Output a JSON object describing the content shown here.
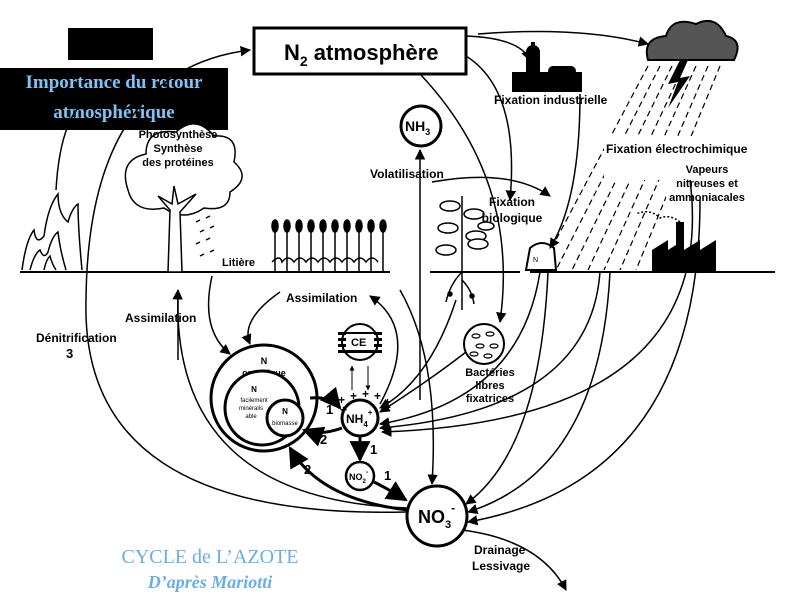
{
  "header": {
    "title_line1": "Importance du retour",
    "title_line2": "atmosphérique"
  },
  "diagram": {
    "n2_main": "N",
    "n2_sub": "2",
    "n2_rest": " atmosphère",
    "nh3_main": "NH",
    "nh3_sub": "3",
    "labels": {
      "fixation_industrielle": "Fixation industrielle",
      "fixation_electrochimique": "Fixation électrochimique",
      "vapeurs_1": "Vapeurs",
      "vapeurs_2": "nitreuses et",
      "vapeurs_3": "ammoniacales",
      "photosynthese_1": "Photosynthèse",
      "photosynthese_2": "Synthèse",
      "photosynthese_3": "des protéines",
      "volatilisation": "Volatilisation",
      "fixation_bio_1": "Fixation",
      "fixation_bio_2": "biologique",
      "litiere": "Litière",
      "assimilation_top": "Assimilation",
      "assimilation_left": "Assimilation",
      "denitrification": "Dénitrification",
      "denitrification_num": "3",
      "ce": "CE",
      "bacteries_1": "Bactéries",
      "bacteries_2": "libres",
      "bacteries_3": "fixatrices",
      "n_organique_1": "N",
      "n_organique_2": "organique",
      "n_facile_1": "N",
      "n_facile_2": "facilement",
      "n_facile_3": "minéralis",
      "n_facile_4": "able",
      "n_biomasse_1": "N",
      "n_biomasse_2": "biomasse",
      "nh4_main": "NH",
      "nh4_sub": "4",
      "nh4_sup": "+",
      "no2_main": "NO",
      "no2_sub": "2",
      "no2_sup": "-",
      "no3_main": "NO",
      "no3_sub": "3",
      "no3_sup": "-",
      "drainage_1": "Drainage",
      "drainage_2": "Lessivage",
      "num_1a": "1",
      "num_1b": "1",
      "num_1c": "1",
      "num_2a": "2",
      "num_2b": "2"
    }
  },
  "caption": {
    "line1": "CYCLE de L’AZOTE",
    "line2": "D’après Mariotti"
  },
  "colors": {
    "title_text": "#7ec3f5",
    "caption_text": "#6aaee8"
  }
}
